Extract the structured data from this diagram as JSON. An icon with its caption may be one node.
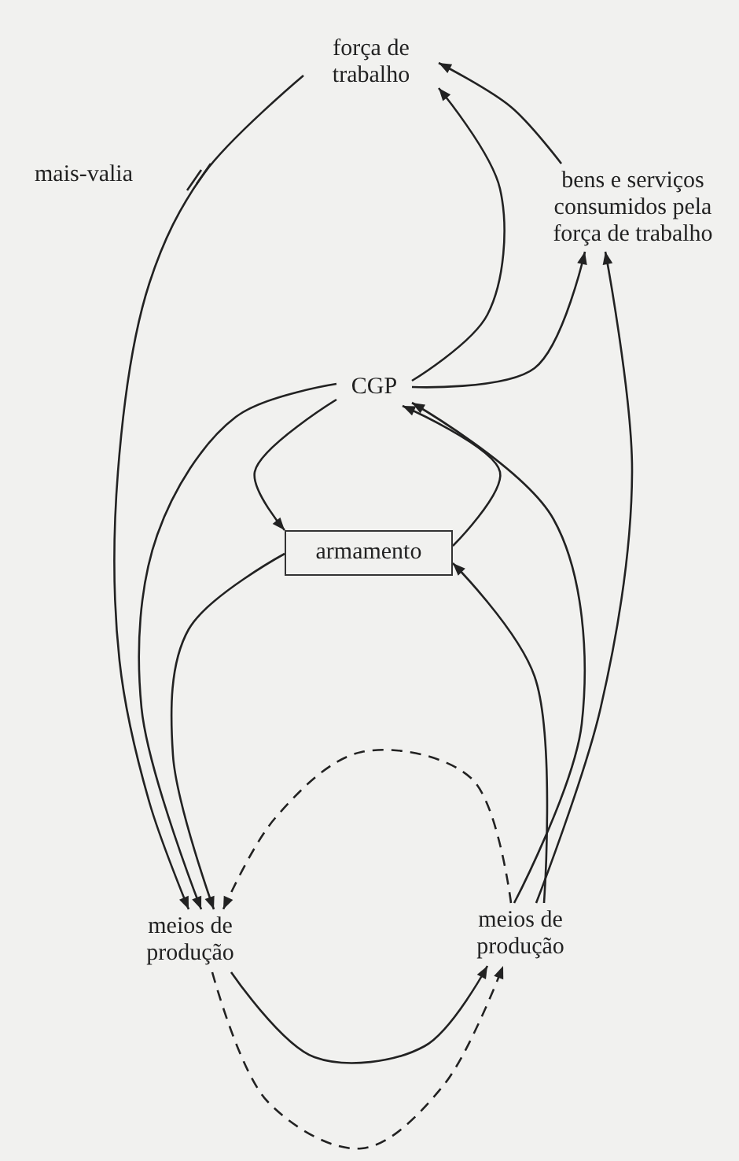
{
  "diagram": {
    "nodes": [
      {
        "text": [
          "força de trabalho"
        ]
      },
      {
        "text": [
          "bens e serviços consumidos pela força de trabalho"
        ]
      },
      {
        "text": [
          "CGP"
        ]
      },
      {
        "text": [
          "armamento"
        ]
      },
      {
        "text": [
          "meios de produção"
        ]
      },
      {
        "text": [
          "meios de produção"
        ]
      }
    ],
    "edges": [
      {
        "from": 0,
        "to": 4,
        "arrow": "to",
        "label": "mais-valia"
      },
      {
        "from": 1,
        "to": 0,
        "arrow": "to"
      },
      {
        "from": 2,
        "to": 0,
        "arrow": "to"
      },
      {
        "from": 2,
        "to": 1,
        "arrow": "to"
      },
      {
        "from": 2,
        "to": 4,
        "arrow": "to"
      },
      {
        "from": 2,
        "to": 3,
        "arrow": "to"
      },
      {
        "from": 3,
        "to": 2,
        "arrow": "to"
      },
      {
        "from": 3,
        "to": 4,
        "arrow": "to"
      },
      {
        "from": 5,
        "to": 1,
        "arrow": "to"
      },
      {
        "from": 5,
        "to": 2,
        "arrow": "to"
      },
      {
        "from": 5,
        "to": 3,
        "arrow": "to"
      },
      {
        "from": 4,
        "to": 5,
        "arrow": "to"
      },
      {
        "from": 5,
        "to": 4,
        "arrow": "to",
        "style": "dashed"
      },
      {
        "from": 4,
        "to": 5,
        "arrow": "to",
        "style": "dashed"
      }
    ]
  }
}
